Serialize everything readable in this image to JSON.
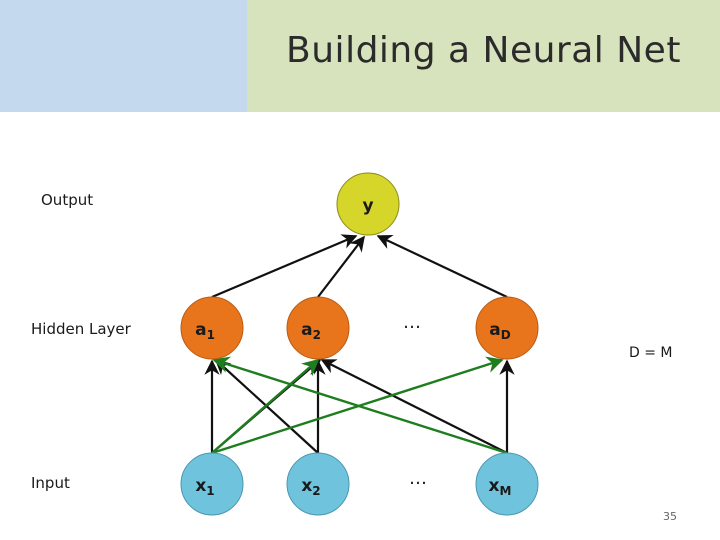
{
  "slide": {
    "title": "Building a Neural Net",
    "page_number": "35",
    "note": "D = M"
  },
  "row_labels": {
    "output": "Output",
    "hidden": "Hidden Layer",
    "input": "Input"
  },
  "nodes": {
    "output": {
      "label": "y",
      "color": "#d6d62a"
    },
    "hidden": [
      {
        "main": "a",
        "sub": "1",
        "color": "#e8741c"
      },
      {
        "main": "a",
        "sub": "2",
        "color": "#e8741c"
      },
      {
        "main": "a",
        "sub": "D",
        "color": "#e8741c"
      }
    ],
    "input": [
      {
        "main": "x",
        "sub": "1",
        "color": "#6fc3dc"
      },
      {
        "main": "x",
        "sub": "2",
        "color": "#6fc3dc"
      },
      {
        "main": "x",
        "sub": "M",
        "color": "#6fc3dc"
      }
    ]
  },
  "ellipsis": "…",
  "edge_colors": {
    "black": "#111111",
    "green": "#1e7d1e"
  }
}
